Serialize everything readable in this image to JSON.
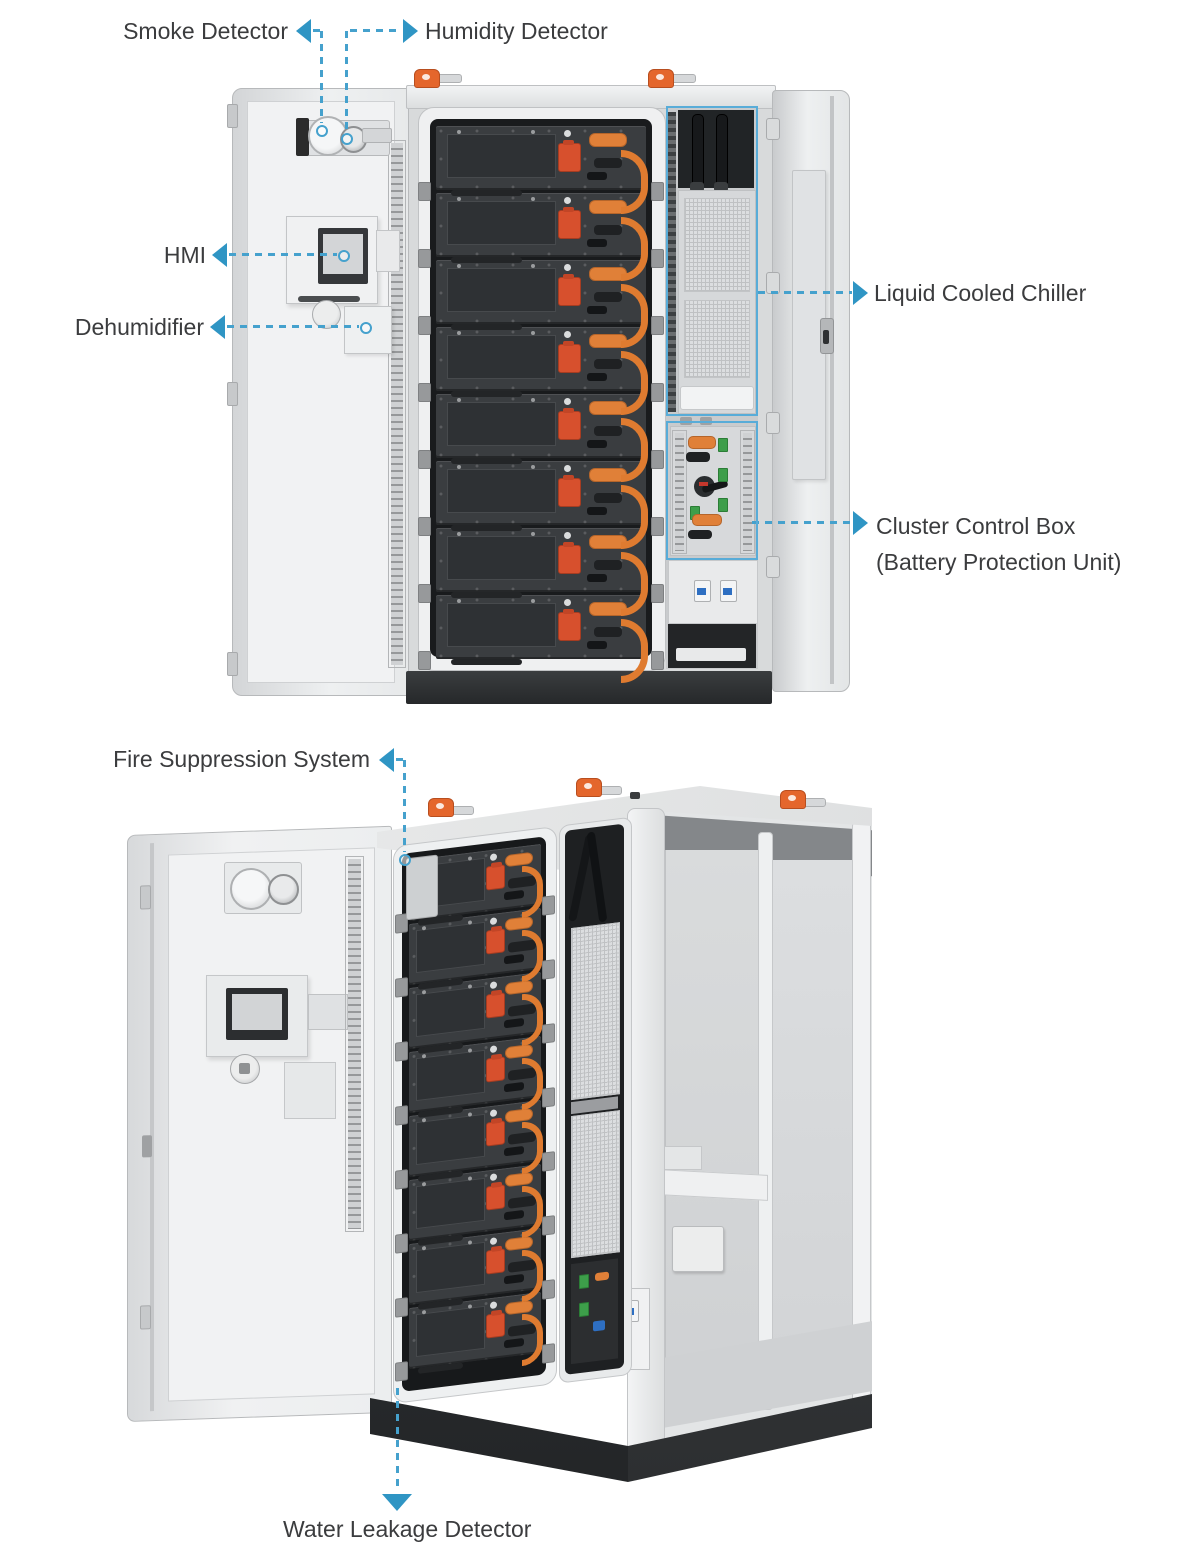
{
  "diagram": {
    "type": "battery-energy-storage-cabinet",
    "views": [
      "front-open-view",
      "perspective-open-view"
    ],
    "colors": {
      "accent_arrow_blue": "#2f95c4",
      "dash_blue": "#45a1cd",
      "highlight_box_blue": "#58acd8",
      "label_text": "#3b3c3e",
      "hook_orange": "#e4662c",
      "msd_orange": "#d7502d",
      "cable_orange": "#df7b30",
      "cabinet_light": "#e9eaeb",
      "module_dark": "#3a3d40",
      "plinth_dark": "#2f3234"
    },
    "labels": {
      "smoke_detector": "Smoke Detector",
      "humidity_detector": "Humidity Detector",
      "hmi": "HMI",
      "dehumidifier": "Dehumidifier",
      "liquid_cooled_chiller": "Liquid Cooled Chiller",
      "cluster_control_box_line1": "Cluster Control Box",
      "cluster_control_box_line2": "(Battery Protection Unit)",
      "fire_suppression_system": "Fire Suppression System",
      "water_leakage_detector": "Water Leakage Detector"
    },
    "racks": {
      "front": {
        "modules": 8
      },
      "side": {
        "modules": 8
      }
    }
  }
}
